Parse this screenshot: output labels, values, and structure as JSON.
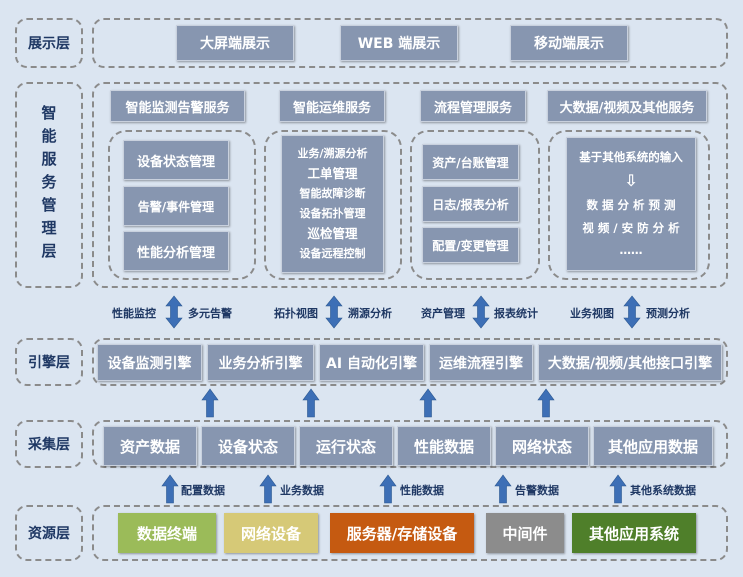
{
  "layers": {
    "display": "展示层",
    "smart": "智能服务管理层",
    "engine": "引擎层",
    "collect": "采集层",
    "resource": "资源层"
  },
  "display": [
    "大屏端展示",
    "WEB 端展示",
    "移动端展示"
  ],
  "services": {
    "headers": [
      "智能监测告警服务",
      "智能运维服务",
      "流程管理服务",
      "大数据/视频及其他服务"
    ],
    "monitor": [
      "设备状态管理",
      "告警/事件管理",
      "性能分析管理"
    ],
    "ops": [
      "业务/溯源分析",
      "工单管理",
      "智能故障诊断",
      "设备拓扑管理",
      "巡检管理",
      "设备远程控制"
    ],
    "process": [
      "资产/台账管理",
      "日志/报表分析",
      "配置/变更管理"
    ],
    "bigdata": [
      "基于其他系统的输入",
      "⇩",
      "数 据 分 析 预 测",
      "视 频 / 安 防 分 析",
      "……"
    ]
  },
  "engine_arrows": [
    "性能监控",
    "多元告警",
    "拓扑视图",
    "溯源分析",
    "资产管理",
    "报表统计",
    "业务视图",
    "预测分析"
  ],
  "engines": [
    "设备监测引擎",
    "业务分析引擎",
    "AI 自动化引擎",
    "运维流程引擎",
    "大数据/视频/其他接口引擎"
  ],
  "collect": [
    "资产数据",
    "设备状态",
    "运行状态",
    "性能数据",
    "网络状态",
    "其他应用数据"
  ],
  "collect_arrows": [
    "配置数据",
    "业务数据",
    "性能数据",
    "告警数据",
    "其他系统数据"
  ],
  "resources": [
    "数据终端",
    "网络设备",
    "服务器/存储设备",
    "中间件",
    "其他应用系统"
  ],
  "colors": {
    "background": "#dbe5f1",
    "box": "#8796b0",
    "label": "#1f3864",
    "arrow": "#3d6fb6",
    "res_terminal": "#9bbb59",
    "res_network": "#d6c977",
    "res_server": "#c55a11",
    "res_middleware": "#8c8c8c",
    "res_apps": "#4f7f2a"
  }
}
